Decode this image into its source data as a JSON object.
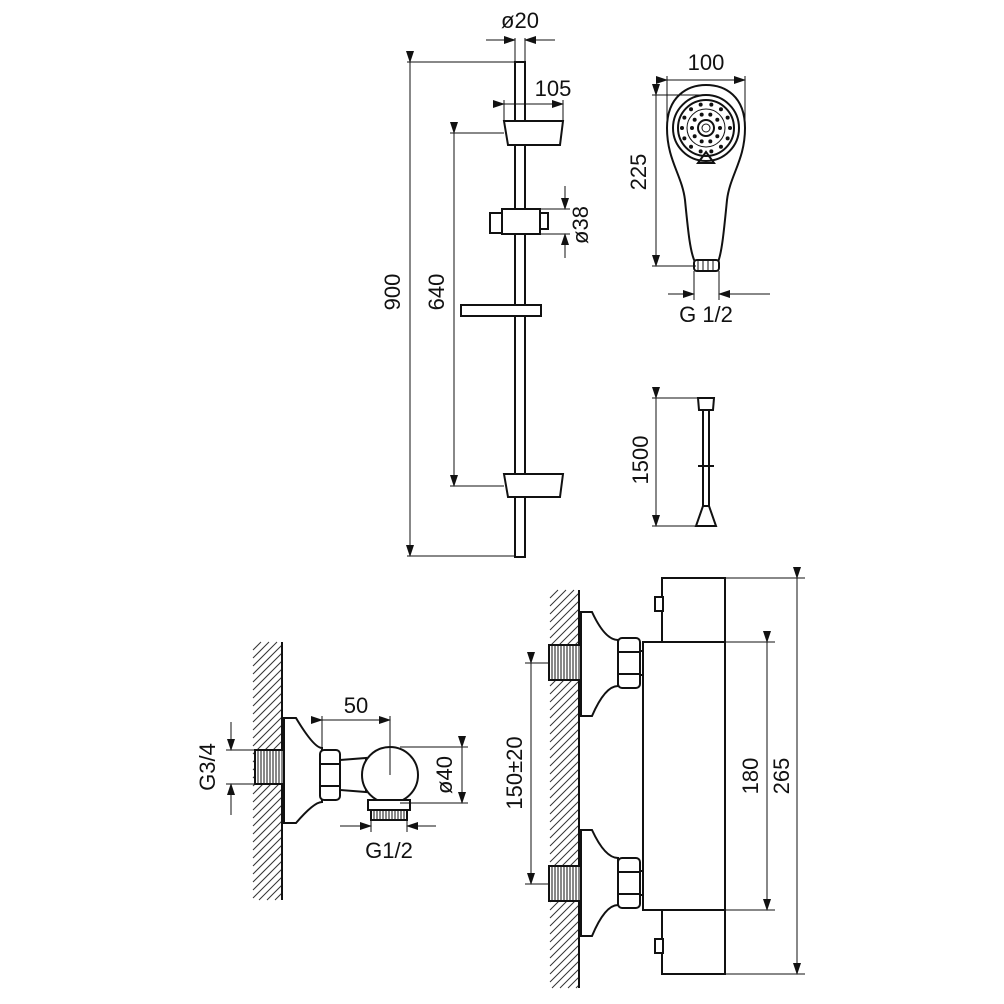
{
  "dimensions": {
    "rail_diameter": "ø20",
    "holder_width": "105",
    "rail_length": "900",
    "bracket_spacing": "640",
    "holder_diameter": "ø38",
    "head_width": "100",
    "head_length": "225",
    "head_thread": "G 1/2",
    "hose_length": "1500",
    "elbow_thread_in": "G3/4",
    "elbow_offset": "50",
    "elbow_diameter": "ø40",
    "elbow_thread_out": "G1/2",
    "mixer_spacing": "150±20",
    "mixer_body_height": "180",
    "mixer_total_height": "265"
  }
}
